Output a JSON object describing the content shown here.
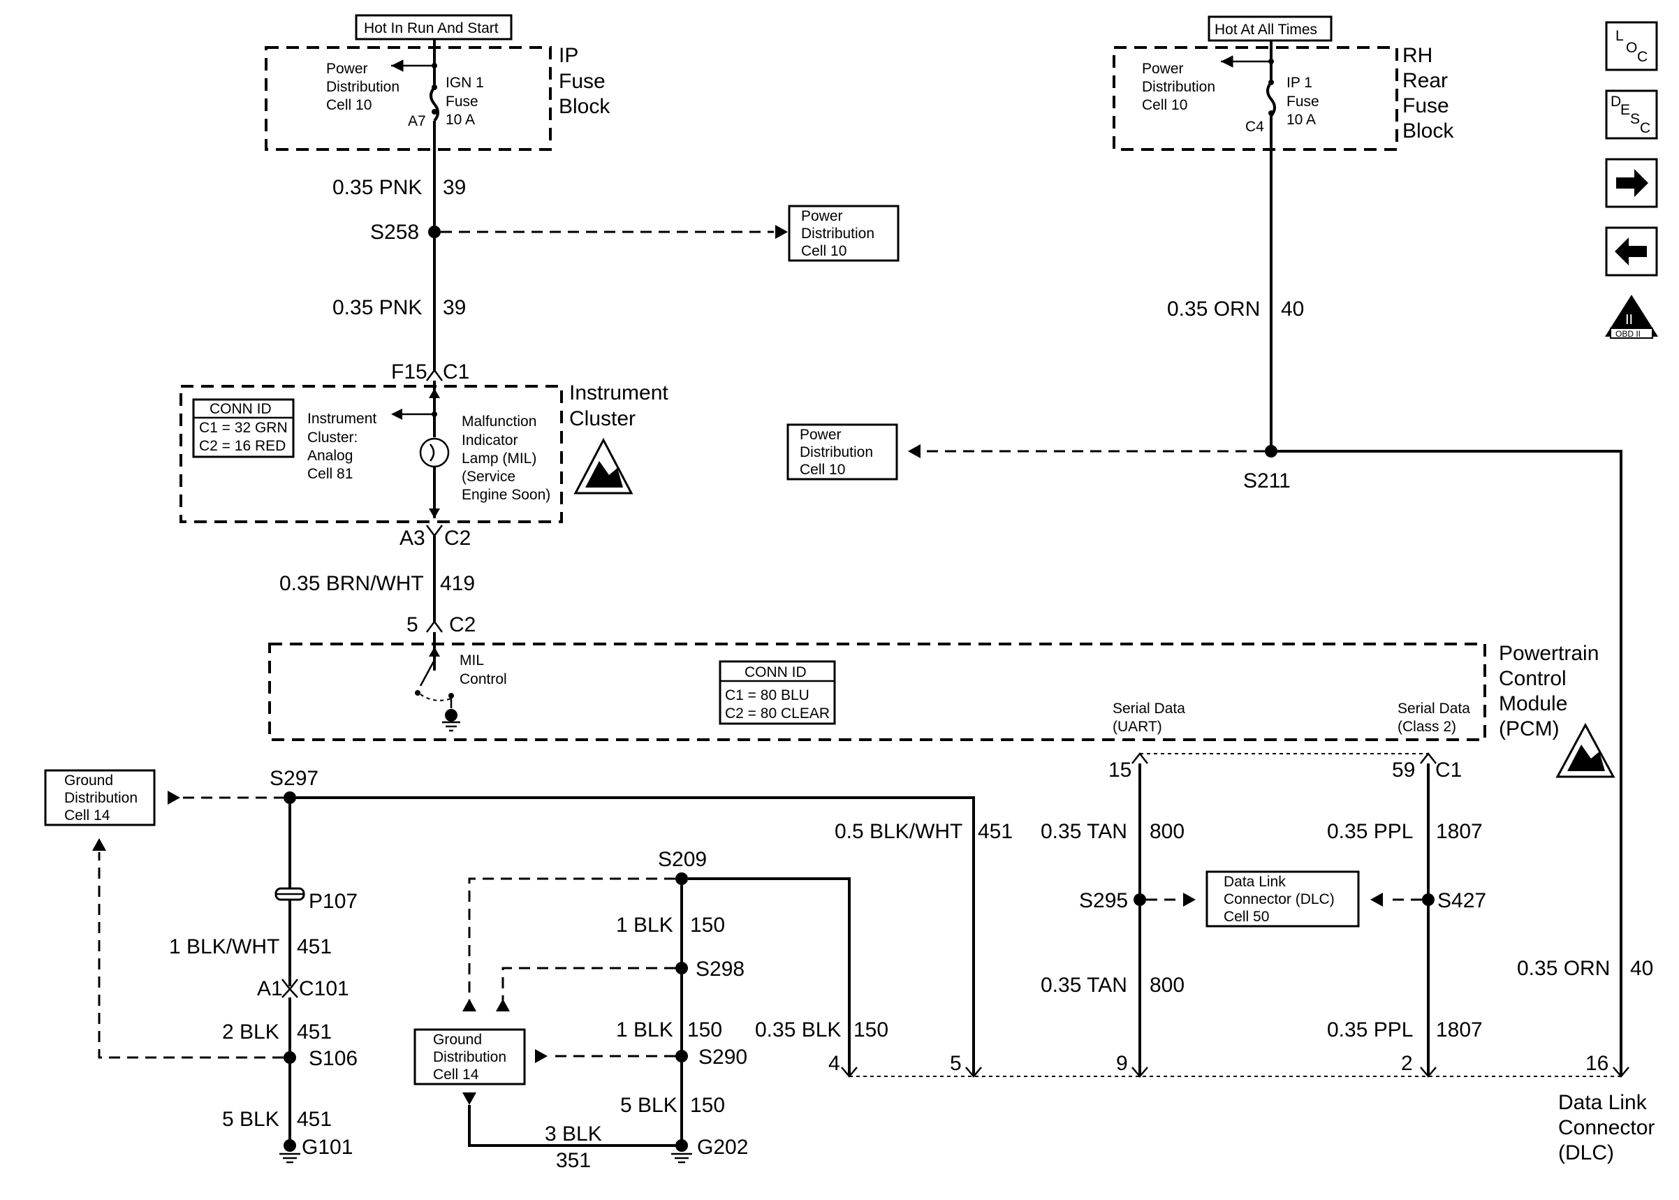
{
  "supply": {
    "run_start": "Hot In Run And Start",
    "at_all_times": "Hot At All Times"
  },
  "ip_fuse_block": {
    "title_1": "IP",
    "title_2": "Fuse",
    "title_3": "Block",
    "pd_1": "Power",
    "pd_2": "Distribution",
    "pd_3": "Cell 10",
    "fuse_1": "IGN 1",
    "fuse_2": "Fuse",
    "fuse_3": "10 A",
    "pin": "A7"
  },
  "rh_fuse_block": {
    "title_1": "RH",
    "title_2": "Rear",
    "title_3": "Fuse",
    "title_4": "Block",
    "pd_1": "Power",
    "pd_2": "Distribution",
    "pd_3": "Cell 10",
    "fuse_1": "IP 1",
    "fuse_2": "Fuse",
    "fuse_3": "10 A",
    "pin": "C4"
  },
  "wires": {
    "pnk_a_gauge": "0.35 PNK",
    "pnk_a_circuit": "39",
    "pnk_b_gauge": "0.35 PNK",
    "pnk_b_circuit": "39",
    "orn_a_gauge": "0.35 ORN",
    "orn_a_circuit": "40",
    "brn_gauge": "0.35 BRN/WHT",
    "brn_circuit": "419",
    "blkwht_dlc_gauge": "0.5 BLK/WHT",
    "blkwht_dlc_circuit": "451",
    "tan_a_gauge": "0.35 TAN",
    "tan_a_circuit": "800",
    "tan_b_gauge": "0.35 TAN",
    "tan_b_circuit": "800",
    "ppl_a_gauge": "0.35 PPL",
    "ppl_a_circuit": "1807",
    "ppl_b_gauge": "0.35 PPL",
    "ppl_b_circuit": "1807",
    "orn_b_gauge": "0.35 ORN",
    "orn_b_circuit": "40",
    "blkwht_1_gauge": "1 BLK/WHT",
    "blkwht_1_circuit": "451",
    "blk2_gauge": "2 BLK",
    "blk2_circuit": "451",
    "blk5_gauge": "5 BLK",
    "blk5_circuit": "451",
    "blk1a_gauge": "1 BLK",
    "blk1a_circuit": "150",
    "blk1b_gauge": "1 BLK",
    "blk1b_circuit": "150",
    "blk035_gauge": "0.35 BLK",
    "blk035_circuit": "150",
    "blk5b_gauge": "5 BLK",
    "blk5b_circuit": "150",
    "blk3_gauge": "3 BLK",
    "blk3_circuit": "351"
  },
  "splices": {
    "s258": "S258",
    "s211": "S211",
    "s297": "S297",
    "s209": "S209",
    "s298": "S298",
    "s290": "S290",
    "s106": "S106",
    "s295": "S295",
    "s427": "S427",
    "p107": "P107",
    "g101": "G101",
    "g202": "G202"
  },
  "refs": {
    "pd_a_1": "Power",
    "pd_a_2": "Distribution",
    "pd_a_3": "Cell 10",
    "pd_b_1": "Power",
    "pd_b_2": "Distribution",
    "pd_b_3": "Cell 10",
    "gd_a_1": "Ground",
    "gd_a_2": "Distribution",
    "gd_a_3": "Cell 14",
    "gd_b_1": "Ground",
    "gd_b_2": "Distribution",
    "gd_b_3": "Cell 14",
    "dlc_1": "Data Link",
    "dlc_2": "Connector (DLC)",
    "dlc_3": "Cell 50"
  },
  "instrument_cluster": {
    "title_1": "Instrument",
    "title_2": "Cluster",
    "conn_hdr": "CONN ID",
    "conn_1": "C1 = 32 GRN",
    "conn_2": "C2 = 16 RED",
    "ref_1": "Instrument",
    "ref_2": "Cluster:",
    "ref_3": "Analog",
    "ref_4": "Cell 81",
    "mil_1": "Malfunction",
    "mil_2": "Indicator",
    "mil_3": "Lamp (MIL)",
    "mil_4": "(Service",
    "mil_5": "Engine Soon)",
    "pin_f15": "F15",
    "conn_c1": "C1",
    "pin_a3": "A3",
    "conn_c2": "C2"
  },
  "pcm": {
    "title_1": "Powertrain",
    "title_2": "Control",
    "title_3": "Module",
    "title_4": "(PCM)",
    "conn_hdr": "CONN ID",
    "conn_1": "C1 = 80 BLU",
    "conn_2": "C2 = 80 CLEAR",
    "mil_1": "MIL",
    "mil_2": "Control",
    "uart_1": "Serial Data",
    "uart_2": "(UART)",
    "class2_1": "Serial Data",
    "class2_2": "(Class 2)",
    "pin_5": "5",
    "conn_c2": "C2",
    "pin_15": "15",
    "pin_59": "59",
    "conn_c1": "C1"
  },
  "c101": {
    "pin": "A1",
    "conn": "C101"
  },
  "dlc": {
    "title_1": "Data Link",
    "title_2": "Connector",
    "title_3": "(DLC)",
    "pin_4": "4",
    "pin_5": "5",
    "pin_9": "9",
    "pin_2": "2",
    "pin_16": "16"
  },
  "nav": {
    "loc": [
      "L",
      "O",
      "C"
    ],
    "desc": [
      "D",
      "E",
      "S",
      "C"
    ],
    "obd": "OBD II",
    "obd_roman": "II"
  }
}
